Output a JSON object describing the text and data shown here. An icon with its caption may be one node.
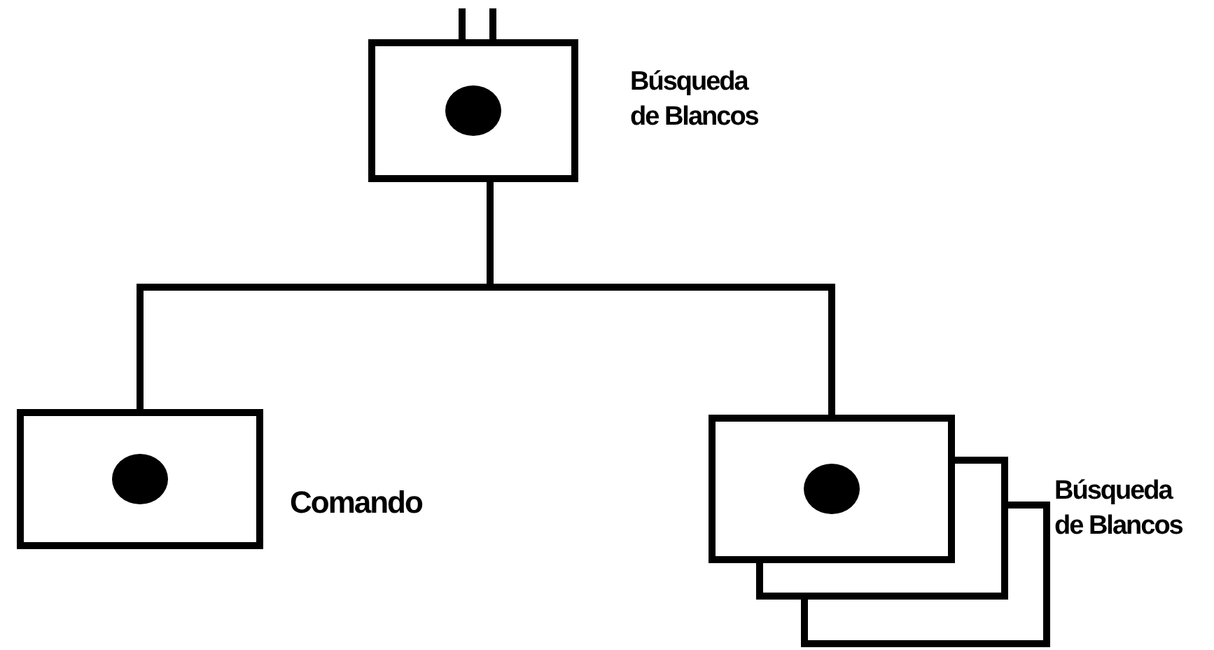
{
  "diagram": {
    "nodes": [
      {
        "text": [
          "Búsqueda de Blancos"
        ]
      },
      {
        "text": [
          "Comando"
        ]
      },
      {
        "text": [
          "Búsqueda de Blancos"
        ]
      }
    ],
    "edges": [
      {
        "from": 0,
        "to": 1,
        "arrow": "none"
      },
      {
        "from": 0,
        "to": 2,
        "arrow": "none"
      },
      {
        "from": null,
        "to": 0,
        "arrow": "none"
      }
    ]
  }
}
